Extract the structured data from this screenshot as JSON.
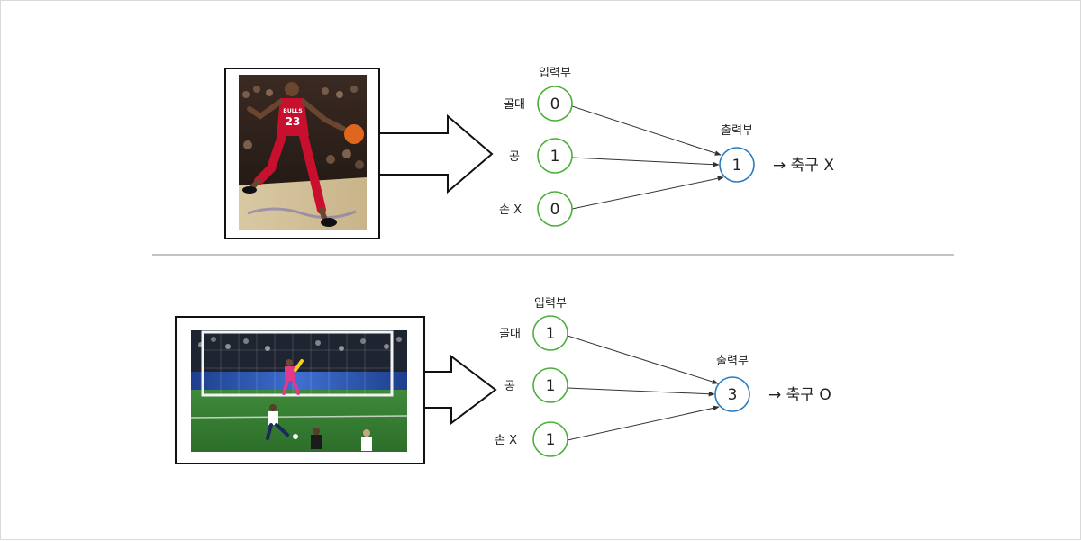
{
  "panels": [
    {
      "photo_alt": "basketball player dribbling a ball",
      "input_header": "입력부",
      "output_header": "출력부",
      "inputs": [
        {
          "label": "골대",
          "value": "0"
        },
        {
          "label": "공",
          "value": "1"
        },
        {
          "label": "손 X",
          "value": "0"
        }
      ],
      "output_value": "1",
      "result": "→ 축구 X"
    },
    {
      "photo_alt": "soccer player taking a penalty kick",
      "input_header": "입력부",
      "output_header": "출력부",
      "inputs": [
        {
          "label": "골대",
          "value": "1"
        },
        {
          "label": "공",
          "value": "1"
        },
        {
          "label": "손 X",
          "value": "1"
        }
      ],
      "output_value": "3",
      "result": "→ 축구 O"
    }
  ],
  "colors": {
    "input_node_stroke": "#4caf3a",
    "output_node_stroke": "#2a7bc0",
    "connector": "#333333",
    "divider": "#8a8a8a"
  }
}
